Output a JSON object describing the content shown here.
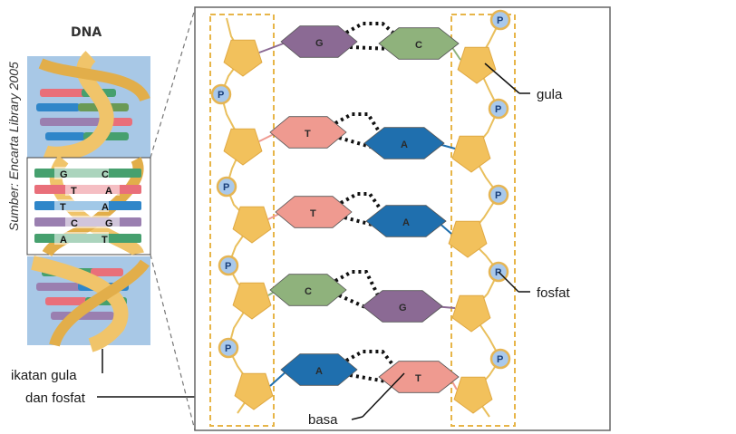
{
  "left_panel": {
    "title": "DNA",
    "source": "Sumber: Encarta Library 2005",
    "mini_bases": [
      {
        "left": "G",
        "right": "C"
      },
      {
        "left": "T",
        "right": "A"
      },
      {
        "left": "T",
        "right": "A"
      },
      {
        "left": "C",
        "right": "G"
      },
      {
        "left": "A",
        "right": "T"
      }
    ]
  },
  "labels": {
    "gula": "gula",
    "fosfat": "fosfat",
    "basa": "basa",
    "ikatan_line1": "ikatan gula",
    "ikatan_line2": "dan fosfat"
  },
  "phosphate_symbol": "P",
  "base_pairs": [
    {
      "left": "G",
      "right": "C",
      "left_color": "#8b6a94",
      "right_color": "#8fb27c"
    },
    {
      "left": "T",
      "right": "A",
      "left_color": "#ef9a90",
      "right_color": "#1f6fae"
    },
    {
      "left": "T",
      "right": "A",
      "left_color": "#ef9a90",
      "right_color": "#1f6fae"
    },
    {
      "left": "C",
      "right": "G",
      "left_color": "#8fb27c",
      "right_color": "#8b6a94"
    },
    {
      "left": "A",
      "right": "T",
      "left_color": "#1f6fae",
      "right_color": "#ef9a90"
    }
  ],
  "colors": {
    "sugar": "#f2c15c",
    "backbone": "#e9bf5c",
    "phosphate_fill": "#a9c9ec",
    "phosphate_stroke": "#e6b553",
    "panel_bg": "#a8c8e6"
  }
}
